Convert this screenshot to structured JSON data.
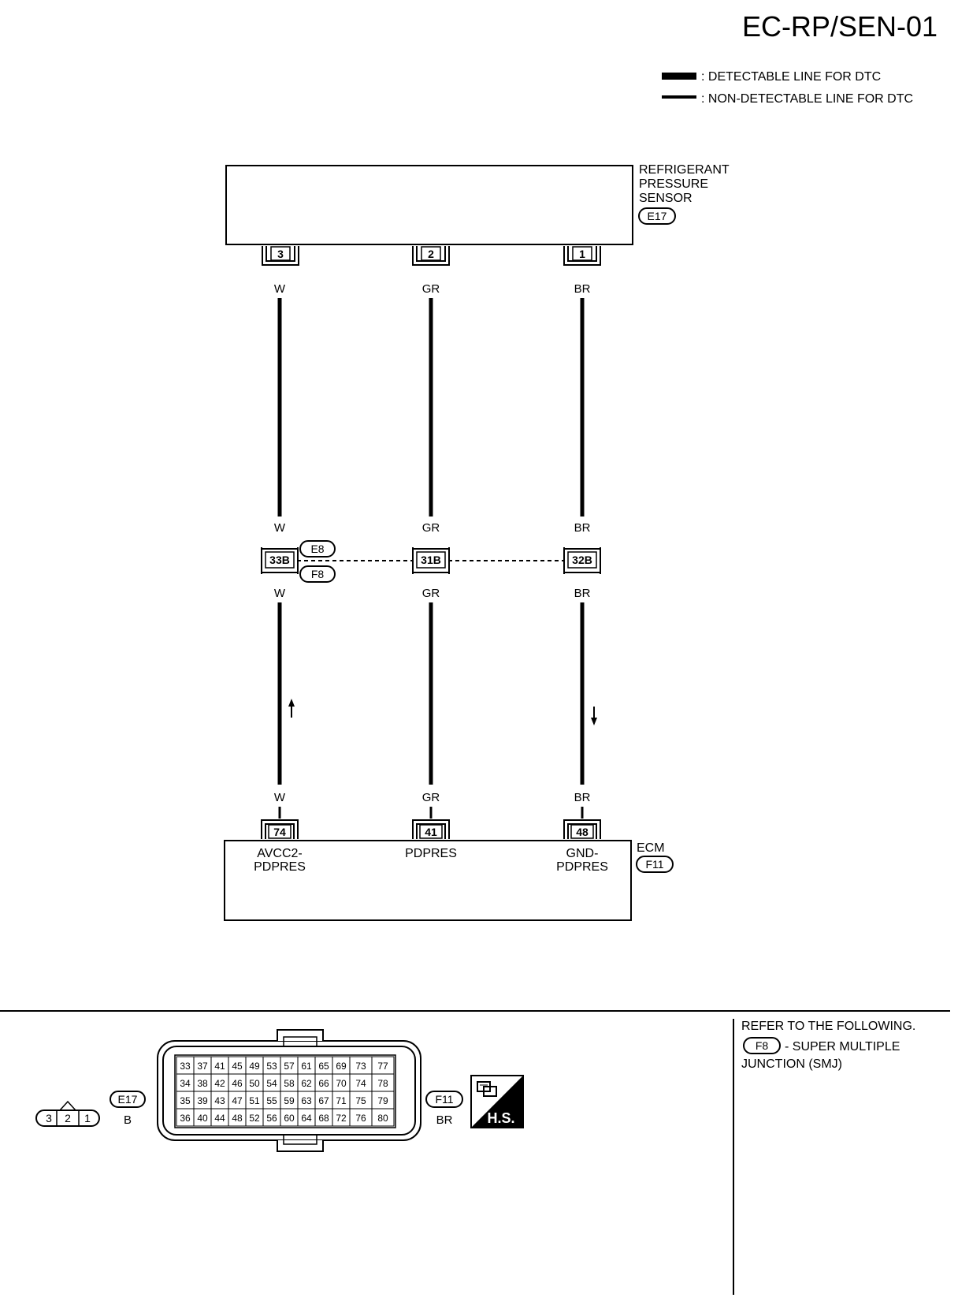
{
  "page_title": "EC-RP/SEN-01",
  "legend": {
    "detectable": ": DETECTABLE LINE FOR DTC",
    "non_detectable": ": NON-DETECTABLE LINE FOR DTC"
  },
  "sensor": {
    "name_line1": "REFRIGERANT",
    "name_line2": "PRESSURE",
    "name_line3": "SENSOR",
    "connector": "E17",
    "pins": [
      "3",
      "2",
      "1"
    ]
  },
  "wires": {
    "upper_colors": [
      "W",
      "GR",
      "BR"
    ],
    "middle_colors": [
      "W",
      "GR",
      "BR"
    ],
    "below_junction_colors": [
      "W",
      "GR",
      "BR"
    ],
    "bottom_colors": [
      "W",
      "GR",
      "BR"
    ]
  },
  "junction": {
    "pins": [
      "33B",
      "31B",
      "32B"
    ],
    "connector_top": "E8",
    "connector_bottom": "F8"
  },
  "ecm": {
    "name": "ECM",
    "connector": "F11",
    "pins": [
      "74",
      "41",
      "48"
    ],
    "terminal_labels": [
      {
        "line1": "AVCC2-",
        "line2": "PDPRES"
      },
      {
        "line1": "PDPRES",
        "line2": ""
      },
      {
        "line1": "GND-",
        "line2": "PDPRES"
      }
    ]
  },
  "connector_views": {
    "e17": {
      "id": "E17",
      "color": "B",
      "pins": [
        "3",
        "2",
        "1"
      ]
    },
    "f11": {
      "id": "F11",
      "color": "BR",
      "rows": [
        [
          "33",
          "37",
          "41",
          "45",
          "49",
          "53",
          "57",
          "61",
          "65",
          "69",
          "73",
          "77"
        ],
        [
          "34",
          "38",
          "42",
          "46",
          "50",
          "54",
          "58",
          "62",
          "66",
          "70",
          "74",
          "78"
        ],
        [
          "35",
          "39",
          "43",
          "47",
          "51",
          "55",
          "59",
          "63",
          "67",
          "71",
          "75",
          "79"
        ],
        [
          "36",
          "40",
          "44",
          "48",
          "52",
          "56",
          "60",
          "64",
          "68",
          "72",
          "76",
          "80"
        ]
      ]
    },
    "hs_label": "H.S."
  },
  "reference": {
    "line1": "REFER TO THE FOLLOWING.",
    "connector": "F8",
    "line2": "- SUPER MULTIPLE",
    "line3": "JUNCTION (SMJ)"
  }
}
